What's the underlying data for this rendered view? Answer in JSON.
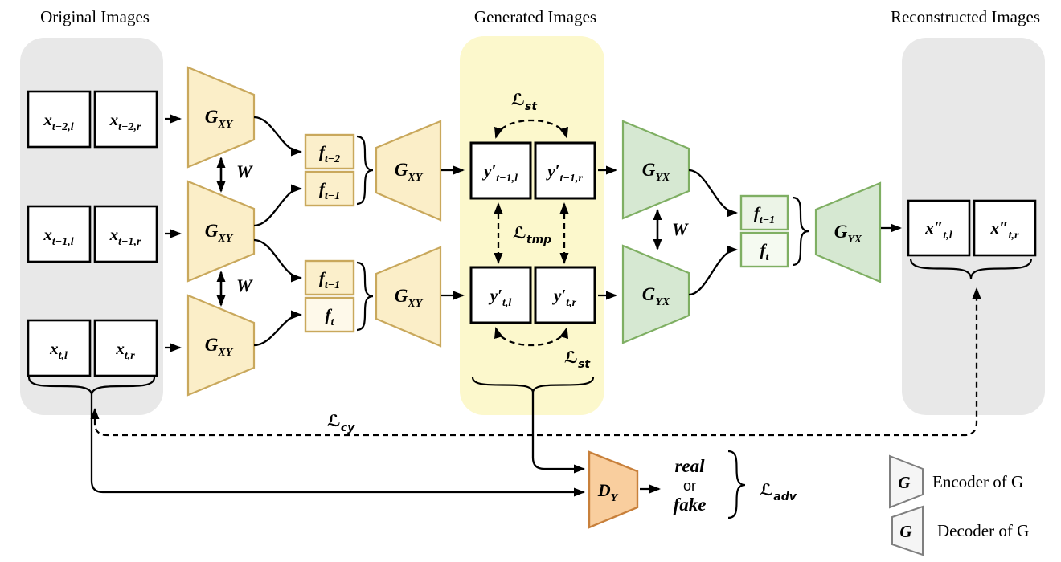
{
  "headers": {
    "original": "Original Images",
    "generated": "Generated Images",
    "reconstructed": "Reconstructed Images"
  },
  "colors": {
    "panel_gray": "#E8E8E8",
    "panel_yellow": "#FCF8CC",
    "generator_xy_fill": "#FBEEC8",
    "generator_xy_stroke": "#C9A85C",
    "feature_xy_fill": "#FBEFCB",
    "feature_xy_fill_light": "#FEF9EA",
    "generator_yx_fill": "#D6E8D2",
    "generator_yx_stroke": "#7FAF63",
    "feature_yx_fill": "#ECF4E7",
    "feature_yx_fill_light": "#F5FAF1",
    "discriminator_fill": "#F9CE9E",
    "discriminator_stroke": "#C8803B",
    "legend_fill": "#F5F5F5",
    "legend_stroke": "#7F7F7F",
    "line": "#000000"
  },
  "original_images": [
    {
      "main": "x",
      "sub": "t−2,l"
    },
    {
      "main": "x",
      "sub": "t−2,r"
    },
    {
      "main": "x",
      "sub": "t−1,l"
    },
    {
      "main": "x",
      "sub": "t−1,r"
    },
    {
      "main": "x",
      "sub": "t,l"
    },
    {
      "main": "x",
      "sub": "t,r"
    }
  ],
  "generators": {
    "gxy": {
      "main": "G",
      "sub": "XY"
    },
    "gyx": {
      "main": "G",
      "sub": "YX"
    }
  },
  "weight_share": "W",
  "features_xy": [
    {
      "main": "f",
      "sub": "t−2"
    },
    {
      "main": "f",
      "sub": "t−1"
    },
    {
      "main": "f",
      "sub": "t−1"
    },
    {
      "main": "f",
      "sub": "t"
    }
  ],
  "generated_images": [
    {
      "main": "y′",
      "sub": "t−1,l"
    },
    {
      "main": "y′",
      "sub": "t−1,r"
    },
    {
      "main": "y′",
      "sub": "t,l"
    },
    {
      "main": "y′",
      "sub": "t,r"
    }
  ],
  "features_yx": [
    {
      "main": "f",
      "sub": "t−1"
    },
    {
      "main": "f",
      "sub": "t"
    }
  ],
  "reconstructed_images": [
    {
      "main": "x″",
      "sub": "t,l"
    },
    {
      "main": "x″",
      "sub": "t,r"
    }
  ],
  "losses": {
    "st": {
      "main": "ℒ",
      "sub": "st"
    },
    "tmp": {
      "main": "ℒ",
      "sub": "tmp"
    },
    "cy": {
      "main": "ℒ",
      "sub": "cy"
    },
    "adv": {
      "main": "ℒ",
      "sub": "adv"
    }
  },
  "discriminator": {
    "main": "D",
    "sub": "Y"
  },
  "output": {
    "line1": "real",
    "line2": "or",
    "line3": "fake"
  },
  "legend": {
    "encoder_glyph": "G",
    "encoder_label": "Encoder of G",
    "decoder_glyph": "G",
    "decoder_label": "Decoder of G"
  }
}
